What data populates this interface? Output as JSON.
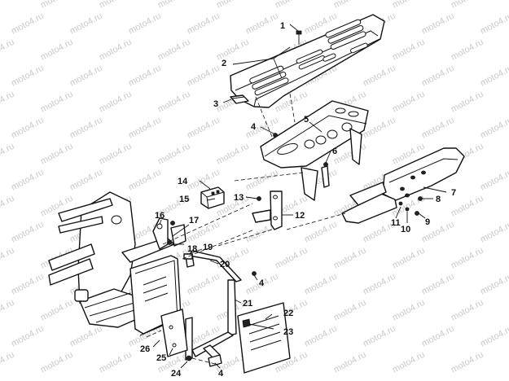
{
  "watermark": "moto4.ru",
  "callouts": [
    {
      "id": "1",
      "label": "1"
    },
    {
      "id": "2",
      "label": "2"
    },
    {
      "id": "3",
      "label": "3"
    },
    {
      "id": "4a",
      "label": "4"
    },
    {
      "id": "5",
      "label": "5"
    },
    {
      "id": "6",
      "label": "6"
    },
    {
      "id": "7",
      "label": "7"
    },
    {
      "id": "8",
      "label": "8"
    },
    {
      "id": "9",
      "label": "9"
    },
    {
      "id": "10",
      "label": "10"
    },
    {
      "id": "11",
      "label": "11"
    },
    {
      "id": "12",
      "label": "12"
    },
    {
      "id": "13",
      "label": "13"
    },
    {
      "id": "14",
      "label": "14"
    },
    {
      "id": "15",
      "label": "15"
    },
    {
      "id": "16",
      "label": "16"
    },
    {
      "id": "17",
      "label": "17"
    },
    {
      "id": "18",
      "label": "18"
    },
    {
      "id": "19",
      "label": "19"
    },
    {
      "id": "20",
      "label": "20"
    },
    {
      "id": "4b",
      "label": "4"
    },
    {
      "id": "21",
      "label": "21"
    },
    {
      "id": "22",
      "label": "22"
    },
    {
      "id": "23",
      "label": "23"
    },
    {
      "id": "26",
      "label": "26"
    },
    {
      "id": "25",
      "label": "25"
    },
    {
      "id": "24",
      "label": "24"
    },
    {
      "id": "4c",
      "label": "4"
    }
  ]
}
